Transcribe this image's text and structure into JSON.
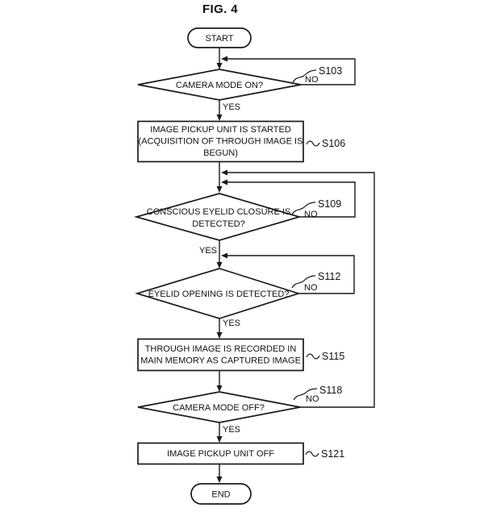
{
  "title": "FIG. 4",
  "colors": {
    "ink": "#1a1a1a",
    "paper": "#ffffff"
  },
  "flowchart": {
    "start": {
      "label": "START"
    },
    "s103": {
      "question": "CAMERA MODE ON?",
      "ref": "S103",
      "no": "NO",
      "yes": "YES"
    },
    "s106": {
      "line1": "IMAGE PICKUP UNIT IS STARTED",
      "line2": "(ACQUISITION OF THROUGH IMAGE IS",
      "line3": "BEGUN)",
      "ref": "S106"
    },
    "s109": {
      "line1": "CONSCIOUS EYELID CLOSURE IS",
      "line2": "DETECTED?",
      "ref": "S109",
      "no": "NO",
      "yes": "YES"
    },
    "s112": {
      "question": "EYELID OPENING IS DETECTED?",
      "ref": "S112",
      "no": "NO",
      "yes": "YES"
    },
    "s115": {
      "line1": "THROUGH IMAGE IS RECORDED IN",
      "line2": "MAIN MEMORY AS CAPTURED IMAGE",
      "ref": "S115"
    },
    "s118": {
      "question": "CAMERA MODE OFF?",
      "ref": "S118",
      "no": "NO",
      "yes": "YES"
    },
    "s121": {
      "label": "IMAGE PICKUP UNIT OFF",
      "ref": "S121"
    },
    "end": {
      "label": "END"
    }
  }
}
